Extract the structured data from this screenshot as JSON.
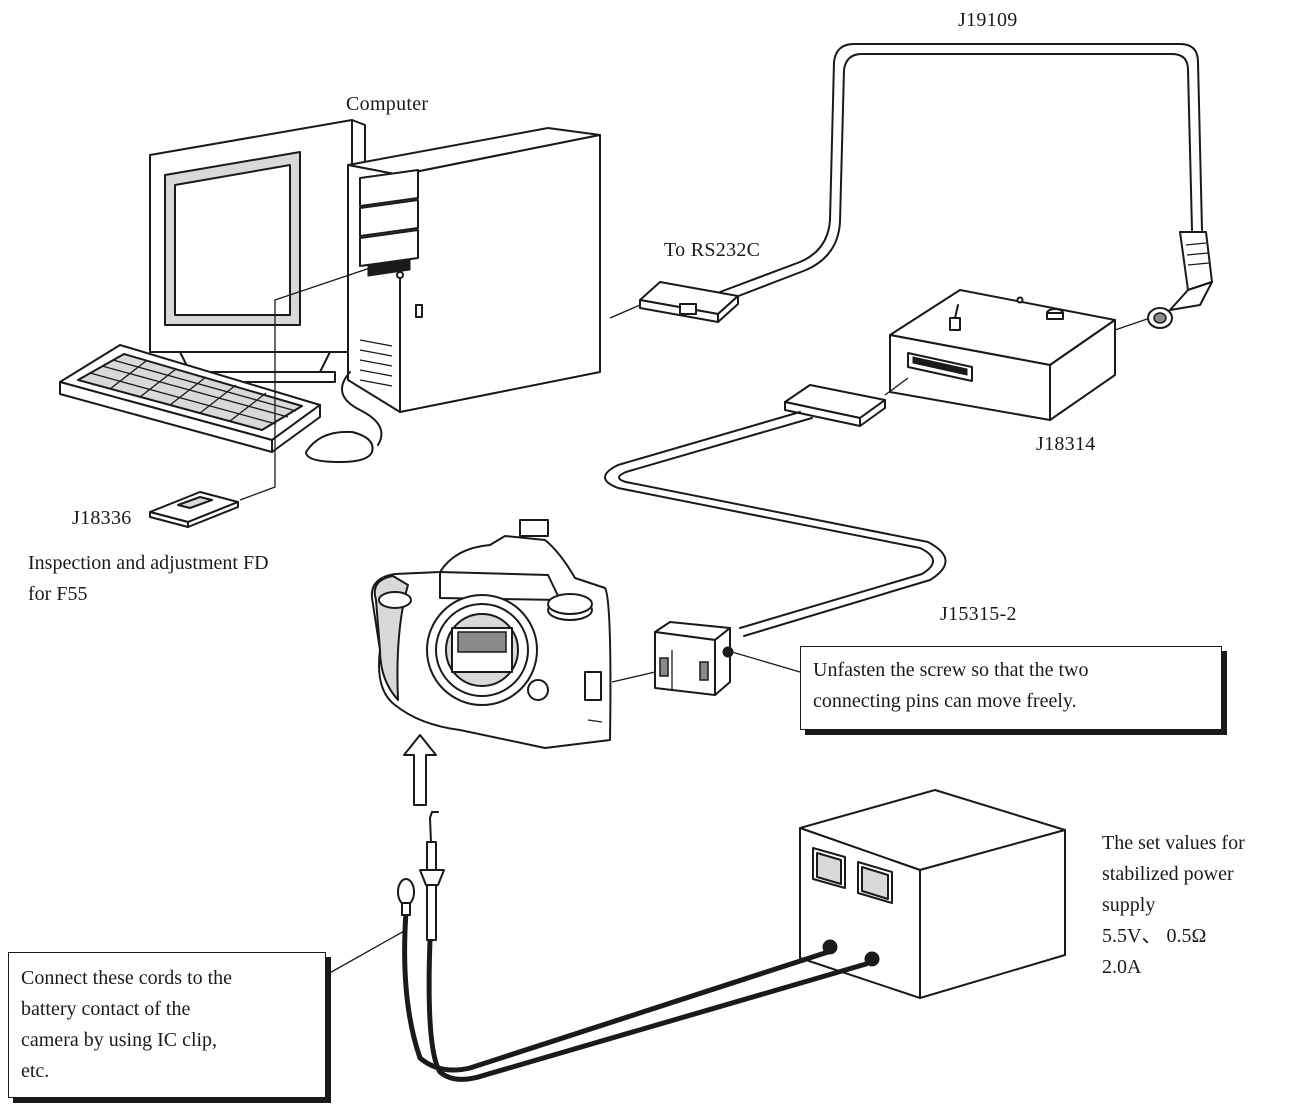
{
  "labels": {
    "computer": "Computer",
    "cable_j19109": "J19109",
    "rs232c": "To RS232C",
    "interface_j18314": "J18314",
    "fd_j18336": "J18336",
    "fd_caption": [
      "Inspection and adjustment FD",
      "for F55"
    ],
    "adapter_j15315": "J15315-2"
  },
  "callouts": {
    "screw_note": [
      "Unfasten the screw so that the two",
      "connecting pins can move freely."
    ],
    "cords_note": [
      "Connect these cords to the",
      "battery contact of the",
      "camera by using IC clip,",
      "etc."
    ]
  },
  "power_supply": {
    "heading": [
      "The set values for",
      "stabilized power",
      "supply"
    ],
    "voltage": "5.5V、 0.5Ω",
    "current": "2.0A"
  }
}
